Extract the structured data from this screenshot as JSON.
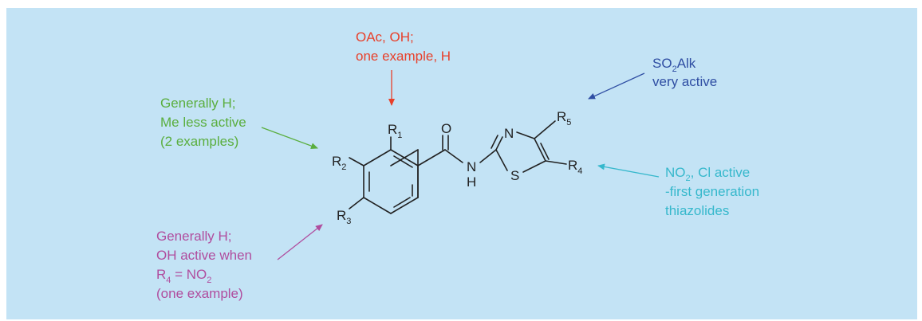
{
  "colors": {
    "background": "#c3e3f5",
    "red": "#e8402a",
    "green": "#5aae3e",
    "blue": "#2f4ea3",
    "cyan": "#36b8cc",
    "magenta": "#b04d9e",
    "structure": "#222222"
  },
  "structure": {
    "r1": "R",
    "r1_sub": "1",
    "r2": "R",
    "r2_sub": "2",
    "r3": "R",
    "r3_sub": "3",
    "r4": "R",
    "r4_sub": "4",
    "r5": "R",
    "r5_sub": "5",
    "o": "O",
    "n_amide": "N",
    "h_amide": "H",
    "n_ring": "N",
    "s_ring": "S"
  },
  "notes": {
    "r1": {
      "line1": "OAc, OH;",
      "line2": "one example, H"
    },
    "r2": {
      "line1": "Generally H;",
      "line2": "Me less active",
      "line3": "(2 examples)"
    },
    "r5": {
      "so": "SO",
      "sub2": "2",
      "alk": "Alk",
      "line2": "very active"
    },
    "r4": {
      "no": "NO",
      "sub2": "2",
      "rest": ", Cl active",
      "line2": "-first generation",
      "line3": "thiazolides"
    },
    "r3": {
      "line1": "Generally H;",
      "line2": "OH active when",
      "r": "R",
      "r_sub": "4",
      "eq": " = NO",
      "no_sub": "2",
      "line4": "(one example)"
    }
  }
}
